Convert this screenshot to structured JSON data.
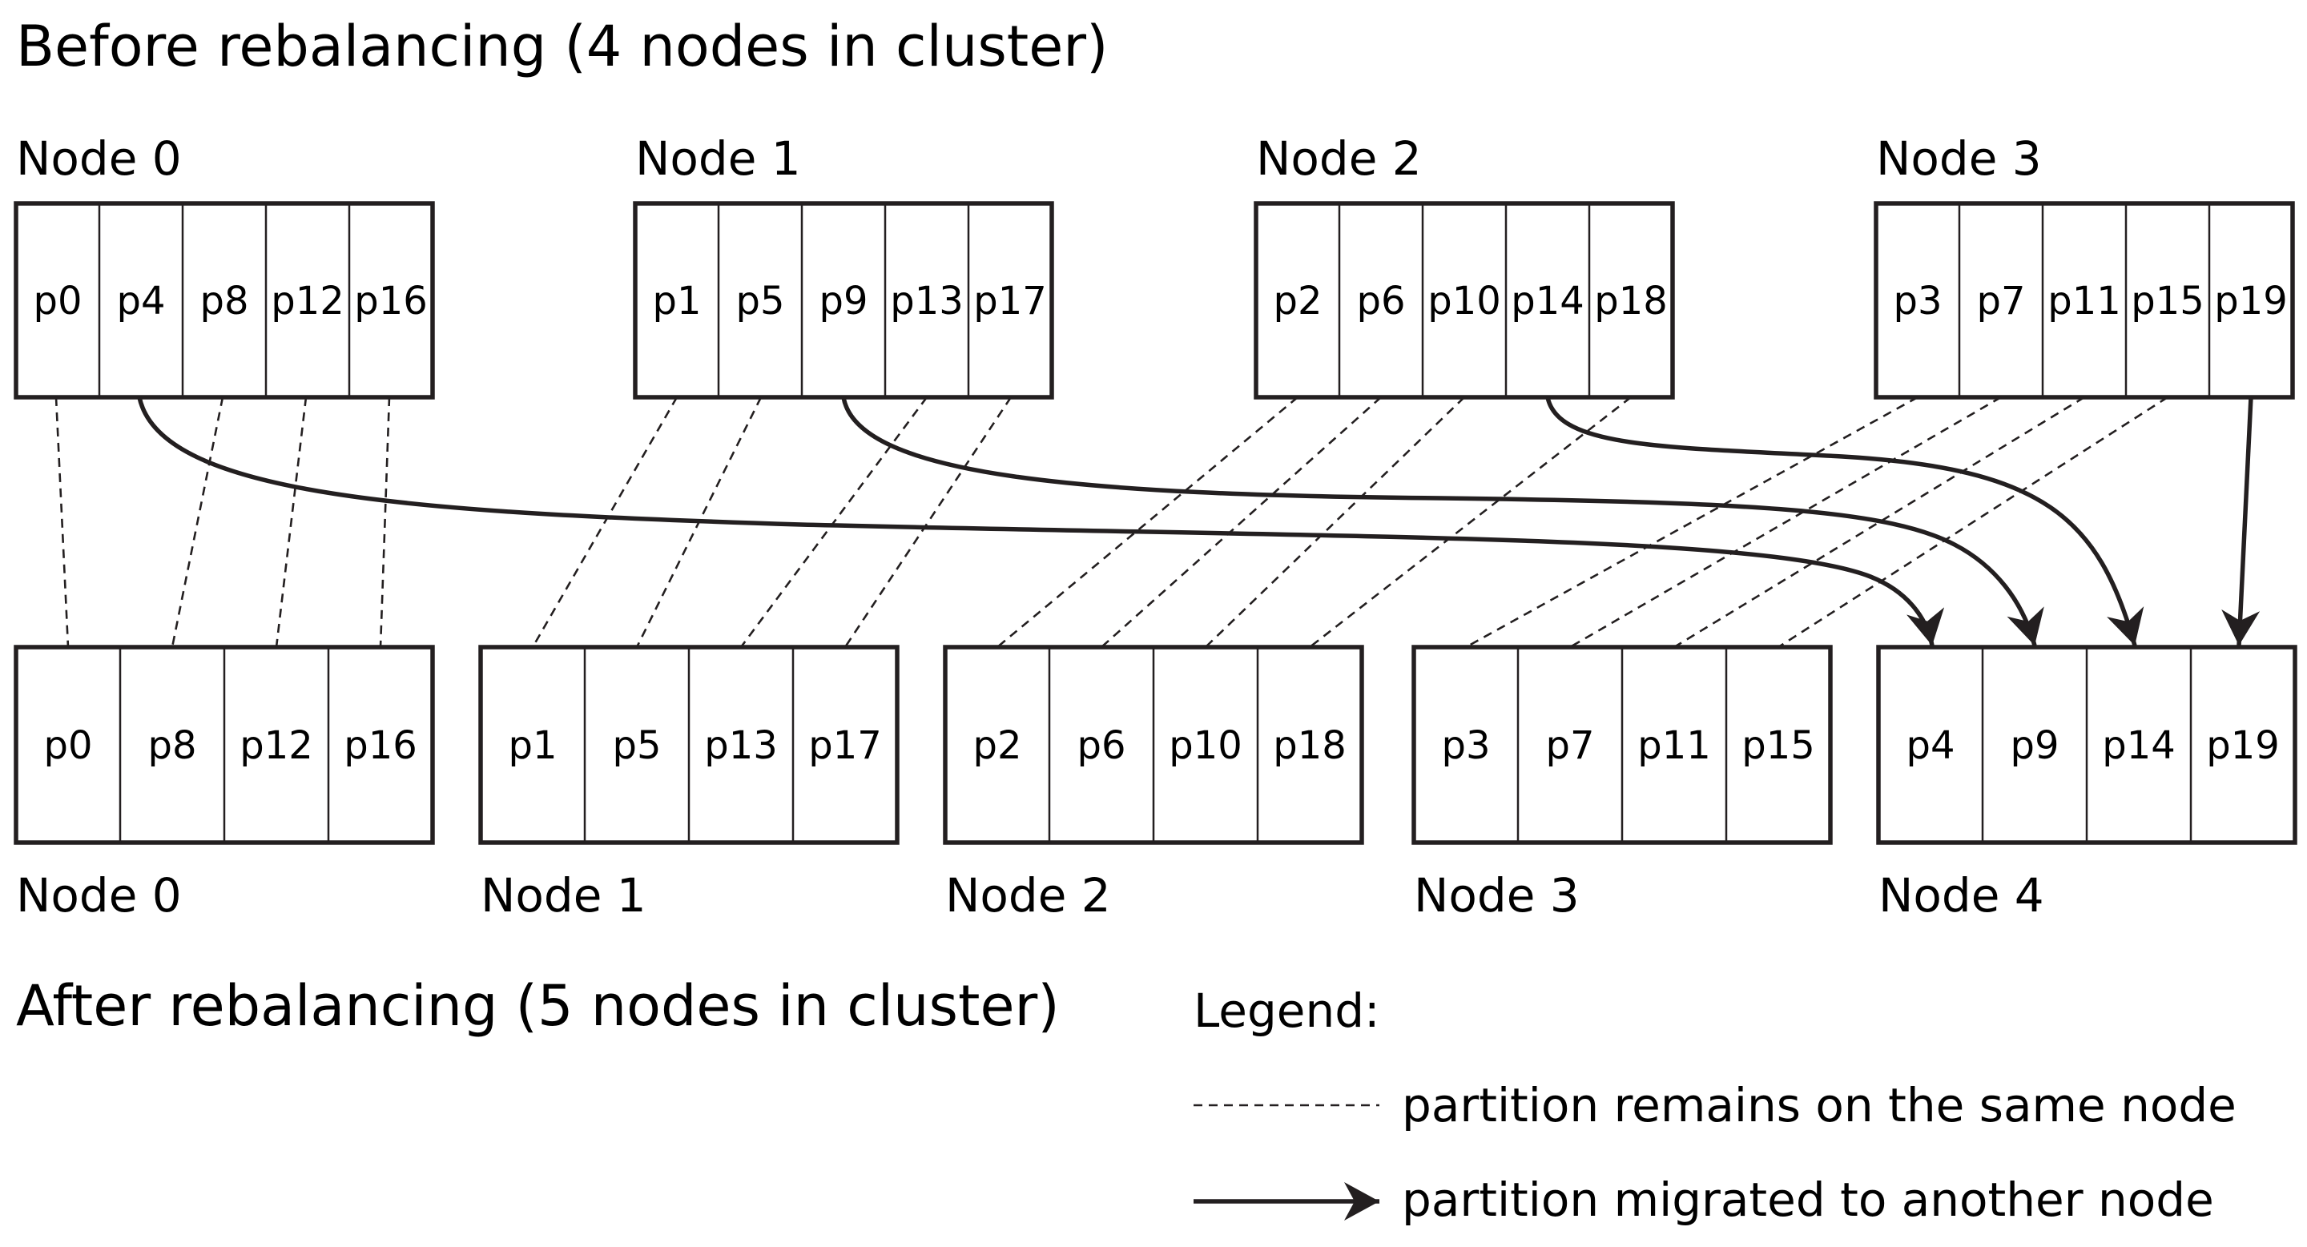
{
  "title_before": "Before rebalancing (4 nodes in cluster)",
  "title_after": "After rebalancing (5 nodes in cluster)",
  "before_nodes": [
    {
      "label": "Node 0",
      "partitions": [
        "p0",
        "p4",
        "p8",
        "p12",
        "p16"
      ]
    },
    {
      "label": "Node 1",
      "partitions": [
        "p1",
        "p5",
        "p9",
        "p13",
        "p17"
      ]
    },
    {
      "label": "Node 2",
      "partitions": [
        "p2",
        "p6",
        "p10",
        "p14",
        "p18"
      ]
    },
    {
      "label": "Node 3",
      "partitions": [
        "p3",
        "p7",
        "p11",
        "p15",
        "p19"
      ]
    }
  ],
  "after_nodes": [
    {
      "label": "Node 0",
      "partitions": [
        "p0",
        "p8",
        "p12",
        "p16"
      ]
    },
    {
      "label": "Node 1",
      "partitions": [
        "p1",
        "p5",
        "p13",
        "p17"
      ]
    },
    {
      "label": "Node 2",
      "partitions": [
        "p2",
        "p6",
        "p10",
        "p18"
      ]
    },
    {
      "label": "Node 3",
      "partitions": [
        "p3",
        "p7",
        "p11",
        "p15"
      ]
    },
    {
      "label": "Node 4",
      "partitions": [
        "p4",
        "p9",
        "p14",
        "p19"
      ]
    }
  ],
  "legend": {
    "title": "Legend:",
    "dashed": "partition remains on the same node",
    "arrow": "partition migrated to another node"
  }
}
